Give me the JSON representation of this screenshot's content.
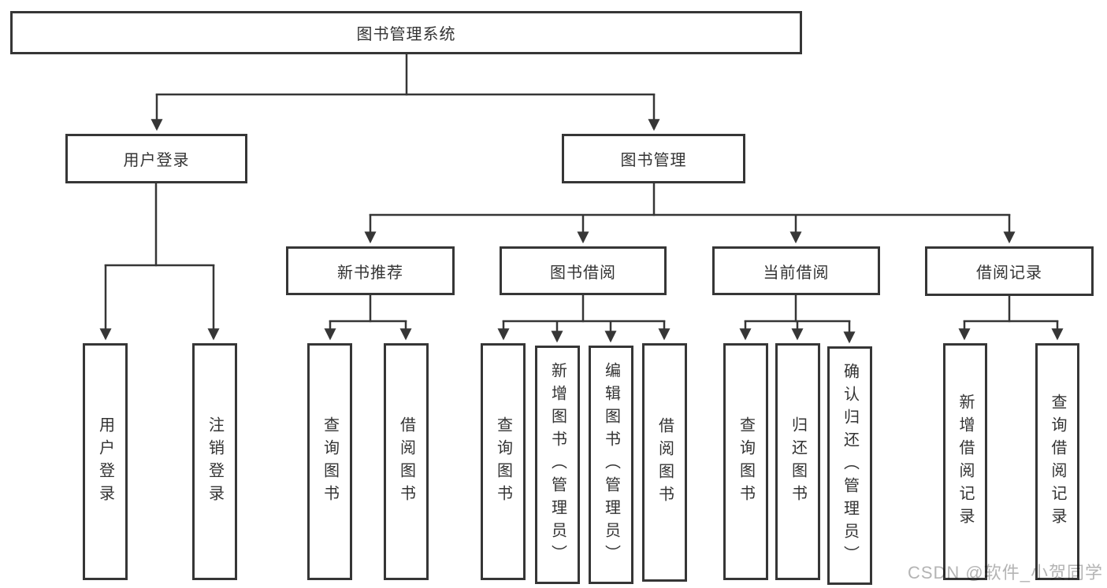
{
  "root": {
    "label": "图书管理系统"
  },
  "branches": [
    {
      "label": "用户登录",
      "leaves": [
        {
          "label": "用户登录"
        },
        {
          "label": "注销登录"
        }
      ]
    },
    {
      "label": "图书管理",
      "groups": [
        {
          "label": "新书推荐",
          "leaves": [
            {
              "label": "查询图书"
            },
            {
              "label": "借阅图书"
            }
          ]
        },
        {
          "label": "图书借阅",
          "leaves": [
            {
              "label": "查询图书"
            },
            {
              "label": "新增图书（管理员）"
            },
            {
              "label": "编辑图书（管理员）"
            },
            {
              "label": "借阅图书"
            }
          ]
        },
        {
          "label": "当前借阅",
          "leaves": [
            {
              "label": "查询图书"
            },
            {
              "label": "归还图书"
            },
            {
              "label": "确认归还（管理员）"
            }
          ]
        },
        {
          "label": "借阅记录",
          "leaves": [
            {
              "label": "新增借阅记录"
            },
            {
              "label": "查询借阅记录"
            }
          ]
        }
      ]
    }
  ],
  "watermark": "CSDN @软件_小贺同学",
  "colors": {
    "line": "#363636",
    "box_border": "#363636",
    "text": "#333333",
    "background": "#ffffff",
    "watermark": "#b4b4b4"
  }
}
